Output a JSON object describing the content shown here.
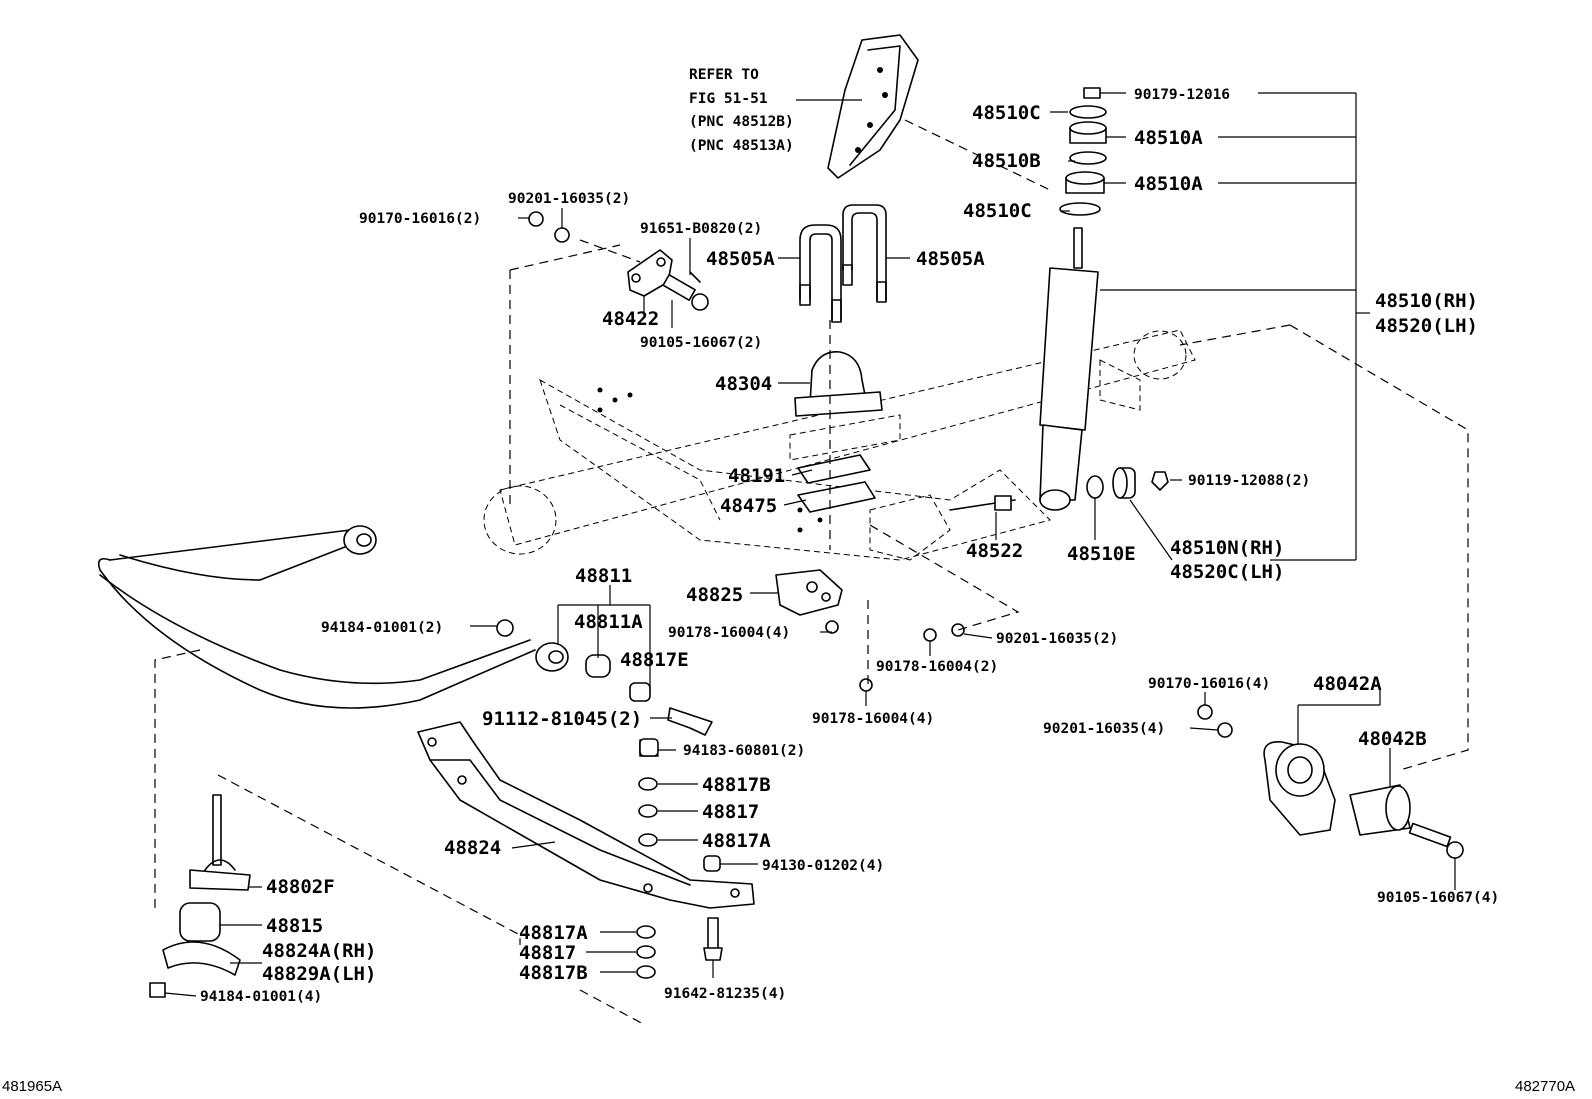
{
  "refer": {
    "line1": "REFER TO",
    "line2": "FIG 51-51",
    "line3": "(PNC 48512B)",
    "line4": "(PNC 48513A)"
  },
  "labels": {
    "p90179_12016": "90179-12016",
    "p48510C_a": "48510C",
    "p48510A_a": "48510A",
    "p48510B": "48510B",
    "p48510A_b": "48510A",
    "p48510C_b": "48510C",
    "p90201_16035_top": "90201-16035(2)",
    "p90170_16016_top": "90170-16016(2)",
    "p91651_B0820": "91651-B0820(2)",
    "p48505A_left": "48505A",
    "p48505A_right": "48505A",
    "p48422": "48422",
    "p90105_16067_top": "90105-16067(2)",
    "p48510_RH": "48510(RH)",
    "p48520_LH": "48520(LH)",
    "p48304": "48304",
    "p48191": "48191",
    "p48475": "48475",
    "p90119_12088": "90119-12088(2)",
    "p48522": "48522",
    "p48510E": "48510E",
    "p48510N": "48510N(RH)",
    "p48520C": "48520C(LH)",
    "p48811": "48811",
    "p48825": "48825",
    "p94184_01001_mid": "94184-01001(2)",
    "p48811A": "48811A",
    "p90178_16004_a": "90178-16004(4)",
    "p90201_16035_mid": "90201-16035(2)",
    "p48817E": "48817E",
    "p90178_16004_b": "90178-16004(2)",
    "p91112_81045": "91112-81045(2)",
    "p90178_16004_c": "90178-16004(4)",
    "p90170_16016_right": "90170-16016(4)",
    "p48042A": "48042A",
    "p90201_16035_right": "90201-16035(4)",
    "p48042B": "48042B",
    "p94183_60801": "94183-60801(2)",
    "p48817B_top": "48817B",
    "p48817_top": "48817",
    "p48817A_top": "48817A",
    "p48824": "48824",
    "p94130_01202": "94130-01202(4)",
    "p48802F": "48802F",
    "p48815": "48815",
    "p48824A": "48824A(RH)",
    "p48829A": "48829A(LH)",
    "p94184_01001_bot": "94184-01001(4)",
    "p48817A_bot": "48817A",
    "p48817_bot": "48817",
    "p48817B_bot": "48817B",
    "p91642_81235": "91642-81235(4)",
    "p90105_16067_right": "90105-16067(4)"
  },
  "footer": {
    "left_code": "481965A",
    "right_code": "482770A"
  }
}
